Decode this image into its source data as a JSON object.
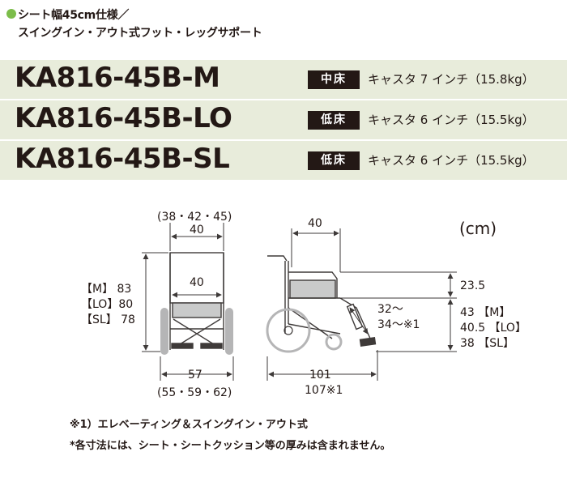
{
  "spec": {
    "line1": "シート幅45cm仕様／",
    "line2": "スイングイン・アウト式フット・レッグサポート"
  },
  "models": [
    {
      "name": "KA816-45B-M",
      "height_type": "中床",
      "caster": "キャスタ 7 インチ（15.8kg）"
    },
    {
      "name": "KA816-45B-LO",
      "height_type": "低床",
      "caster": "キャスタ 6 インチ（15.5kg）"
    },
    {
      "name": "KA816-45B-SL",
      "height_type": "低床",
      "caster": "キャスタ 6 インチ（15.5kg）"
    }
  ],
  "diagram": {
    "unit": "(cm)",
    "front": {
      "top_range": "(38・42・45)",
      "top_width": "40",
      "seat_width": "40",
      "height_m": "【M】 83",
      "height_lo": "【LO】80",
      "height_sl": "【SL】 78",
      "bottom_width": "57",
      "bottom_range": "(55・59・62)"
    },
    "side": {
      "depth_top": "40",
      "arm_height": "23.5",
      "leg_length_1": "32〜",
      "leg_length_2": "34〜※1",
      "seat_m": "43 【M】",
      "seat_lo": "40.5 【LO】",
      "seat_sl": "38 【SL】",
      "length": "101",
      "length_elev": "107※1"
    }
  },
  "notes": {
    "note1": "※1）エレベーティング＆スイングイン・アウト式",
    "note2": "*各寸法には、シート・シートクッション等の厚みは含まれません。"
  },
  "colors": {
    "accent_dot": "#7cbd4a",
    "band": "#e8ecdb",
    "badge": "#231815",
    "frame_stroke": "#3e3a39",
    "wheel": "#b5b5b6"
  }
}
